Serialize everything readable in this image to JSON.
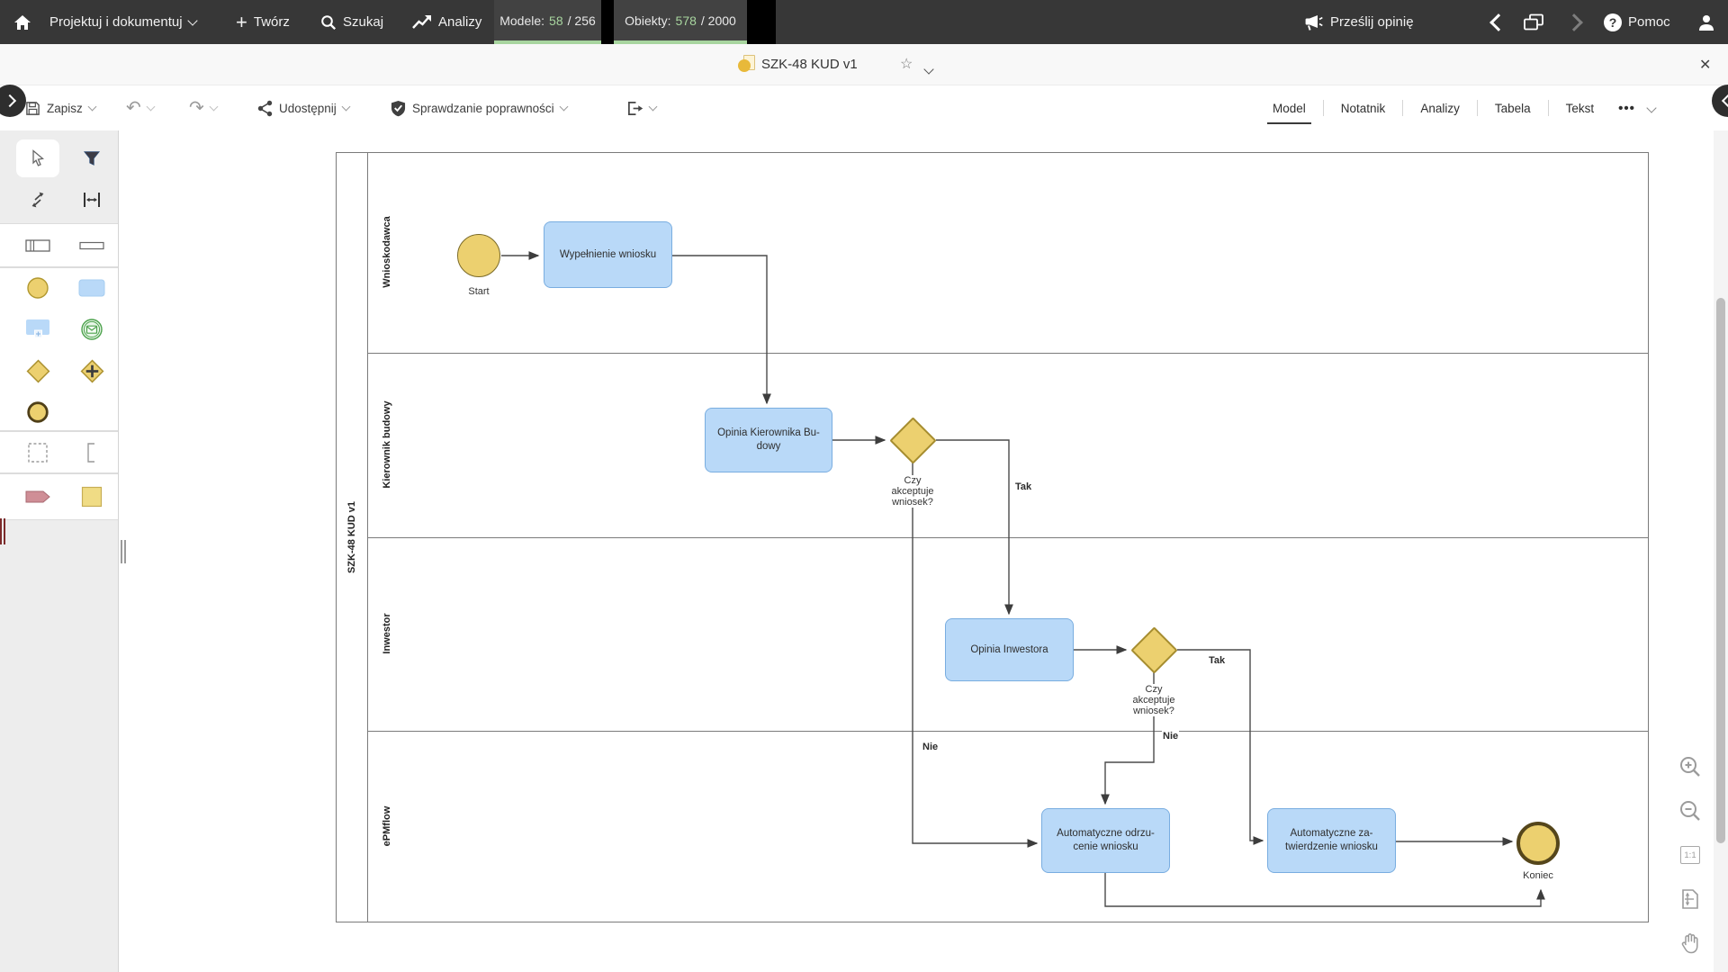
{
  "topbar": {
    "menus": [
      "Projektuj i dokumentuj",
      "Twórz",
      "Szukaj",
      "Analizy"
    ],
    "counters": [
      {
        "label": "Modele:",
        "value": "58",
        "total": "/ 256"
      },
      {
        "label": "Obiekty:",
        "value": "578",
        "total": "/ 2000"
      }
    ],
    "feedback_label": "Prześlij opinię",
    "help_label": "Pomoc"
  },
  "titlebar": {
    "document_title": "SZK-48 KUD v1",
    "star_glyph": "☆",
    "close_glyph": "✕"
  },
  "toolbar": {
    "save_label": "Zapisz",
    "share_label": "Udostępnij",
    "validation_label": "Sprawdzanie poprawności",
    "tabs": [
      "Model",
      "Notatnik",
      "Analizy",
      "Tabela",
      "Tekst"
    ],
    "active_tab": "Model",
    "more_glyph": "•••"
  },
  "icons": {
    "undo_glyph": "↶",
    "redo_glyph": "↷"
  },
  "canvas": {
    "pool_title": "SZK-48 KUD v1",
    "lanes": [
      "Wnioskodawca",
      "Kierownik budowy",
      "Inwestor",
      "ePMflow"
    ],
    "nodes": {
      "start_label": "Start",
      "task_fill": "Wypełnienie wniosku",
      "task_manager_lines": [
        "Opinia Kierownika Bu-",
        "dowy"
      ],
      "gateway1_lines": [
        "Czy",
        "akceptuje",
        "wniosek?"
      ],
      "task_investor": "Opinia Inwestora",
      "gateway2_lines": [
        "Czy",
        "akceptuje",
        "wniosek?"
      ],
      "task_reject_lines": [
        "Automatyczne odrzu-",
        "cenie wniosku"
      ],
      "task_approve_lines": [
        "Automatyczne za-",
        "twierdzenie wniosku"
      ],
      "end_label": "Koniec"
    },
    "edge_labels": {
      "gw1_yes": "Tak",
      "gw1_no": "Nie",
      "gw2_yes": "Tak",
      "gw2_no": "Nie"
    }
  },
  "zoom_controls": {
    "reset_label": "1:1"
  },
  "colors": {
    "topbar_bg": "#373737",
    "counter_green": "#a8d59f",
    "counter_chip_bg": "#424242",
    "task_fill": "#b9d9f8",
    "task_border": "#79ade0",
    "event_fill": "#ecd06f",
    "event_border": "#7a6a28",
    "end_event_border": "#55461b",
    "gateway_fill": "#ecd06f",
    "gateway_border": "#a58c2e",
    "edge_color": "#4a4a4a",
    "pool_border": "#7b7b7b"
  }
}
